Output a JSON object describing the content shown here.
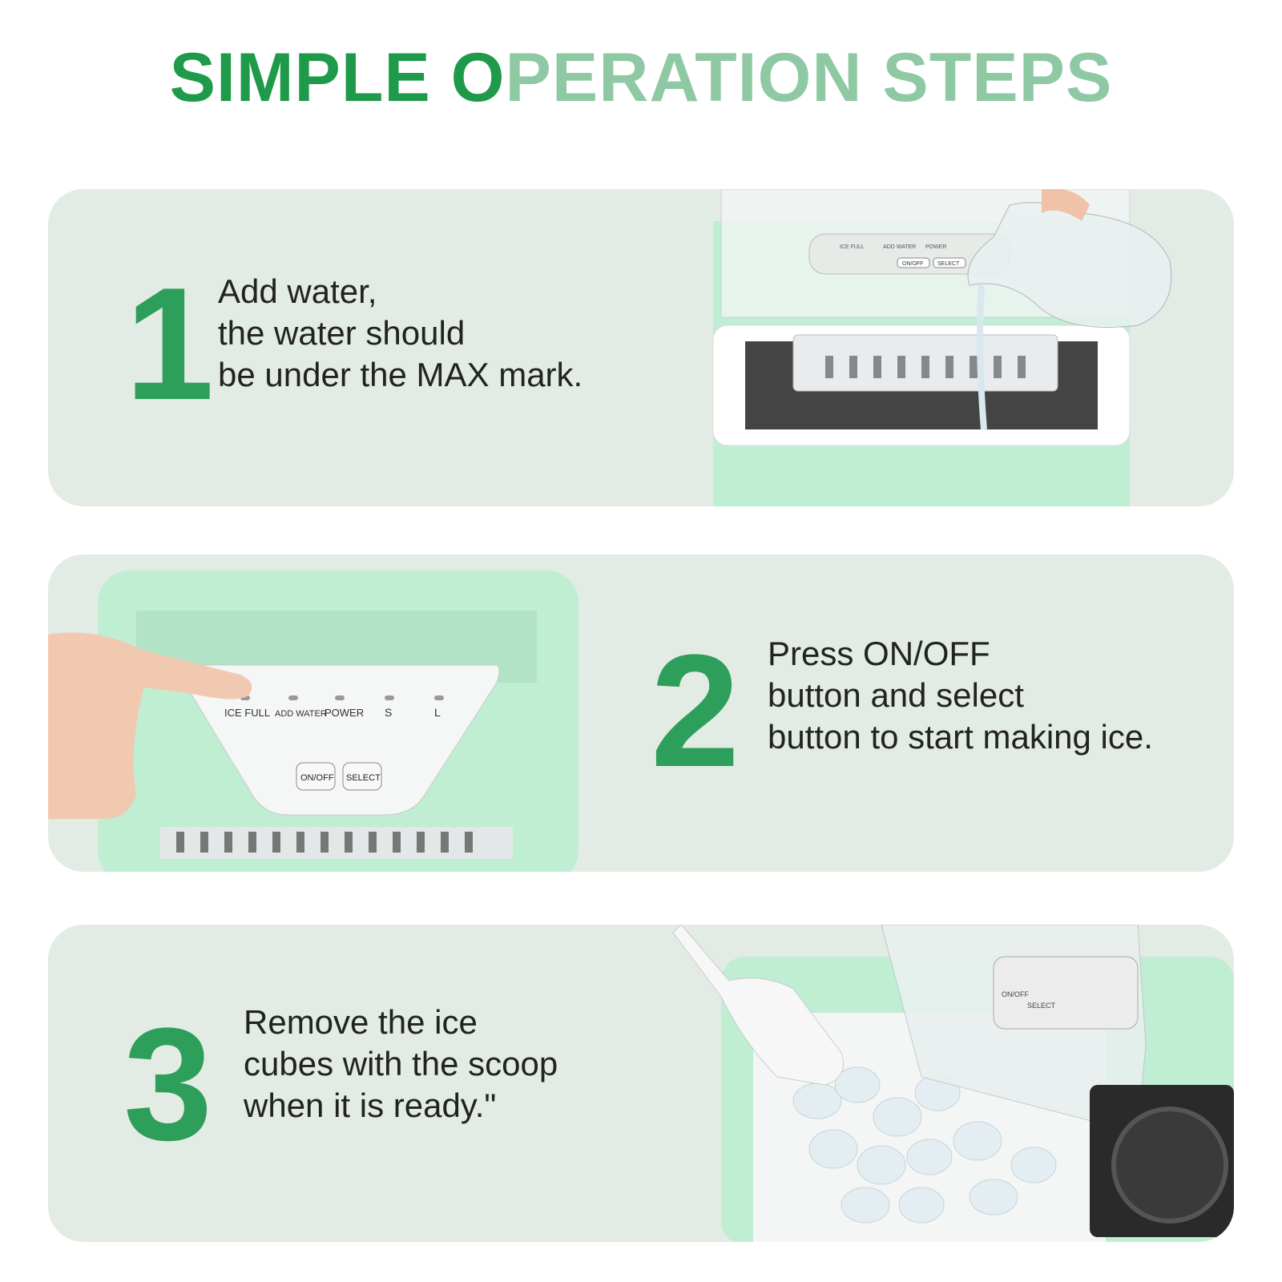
{
  "header": {
    "title_part1": "SIMPLE O",
    "title_part2": "PERATION STEPS",
    "colors": {
      "dark_green": "#1f9a4a",
      "light_green": "#8fc9a4"
    }
  },
  "steps": [
    {
      "number": "1",
      "lines": [
        "Add water,",
        "the water should",
        "be under the MAX mark."
      ],
      "photo": "ice-maker-pouring-water-photo",
      "panel": {
        "labels": [
          "ICE FULL",
          "ADD WATER",
          "POWER"
        ],
        "buttons": [
          "ON/OFF",
          "SELECT"
        ]
      }
    },
    {
      "number": "2",
      "lines": [
        "Press ON/OFF",
        "button and select",
        "button to start making ice."
      ],
      "photo": "control-panel-finger-photo",
      "panel": {
        "labels": [
          "ICE FULL",
          "ADD WATER",
          "POWER",
          "S",
          "L"
        ],
        "buttons": [
          "ON/OFF",
          "SELECT"
        ]
      }
    },
    {
      "number": "3",
      "lines": [
        "Remove the ice",
        "cubes with the scoop",
        "when it is ready.\""
      ],
      "photo": "ice-scoop-basket-photo",
      "panel": {
        "buttons": [
          "ON/OFF",
          "SELECT"
        ]
      }
    }
  ],
  "colors": {
    "card_bg": "#e3ebe5",
    "number_green": "#2e9e5b",
    "machine_mint": "#bfeed3"
  }
}
